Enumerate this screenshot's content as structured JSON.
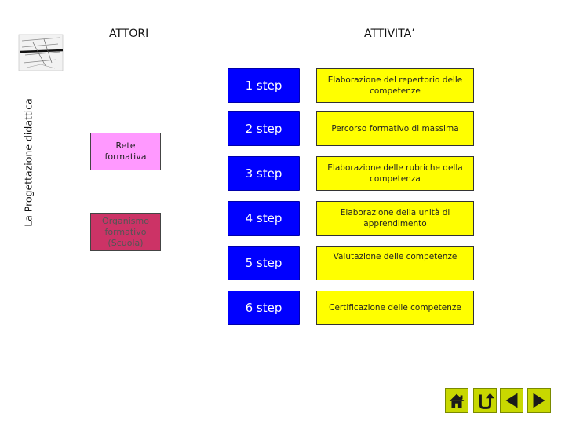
{
  "side_title": "La Progettazione didattica",
  "headers": {
    "actors": "ATTORI",
    "activities": "ATTIVITA’"
  },
  "actors": [
    {
      "label": "Rete\nformativa",
      "color": "#ff99ff"
    },
    {
      "label": "Organismo\nformativo\n(Scuola)",
      "color": "#cc3366"
    }
  ],
  "steps": [
    {
      "label": "1 step",
      "task": "Elaborazione del repertorio delle competenze"
    },
    {
      "label": "2 step",
      "task": "Percorso formativo di massima"
    },
    {
      "label": "3 step",
      "task": "Elaborazione delle rubriche della competenza"
    },
    {
      "label": "4 step",
      "task": "Elaborazione della unità di apprendimento"
    },
    {
      "label": "5 step",
      "task": "Valutazione delle competenze"
    },
    {
      "label": "6 step",
      "task": "Certificazione delle competenze"
    }
  ],
  "colors": {
    "step_bg": "#0000ff",
    "task_bg": "#ffff00",
    "nav_bg": "#c8d800"
  },
  "nav": [
    {
      "icon": "home-icon"
    },
    {
      "icon": "return-icon"
    },
    {
      "icon": "previous-icon"
    },
    {
      "icon": "next-icon"
    }
  ]
}
